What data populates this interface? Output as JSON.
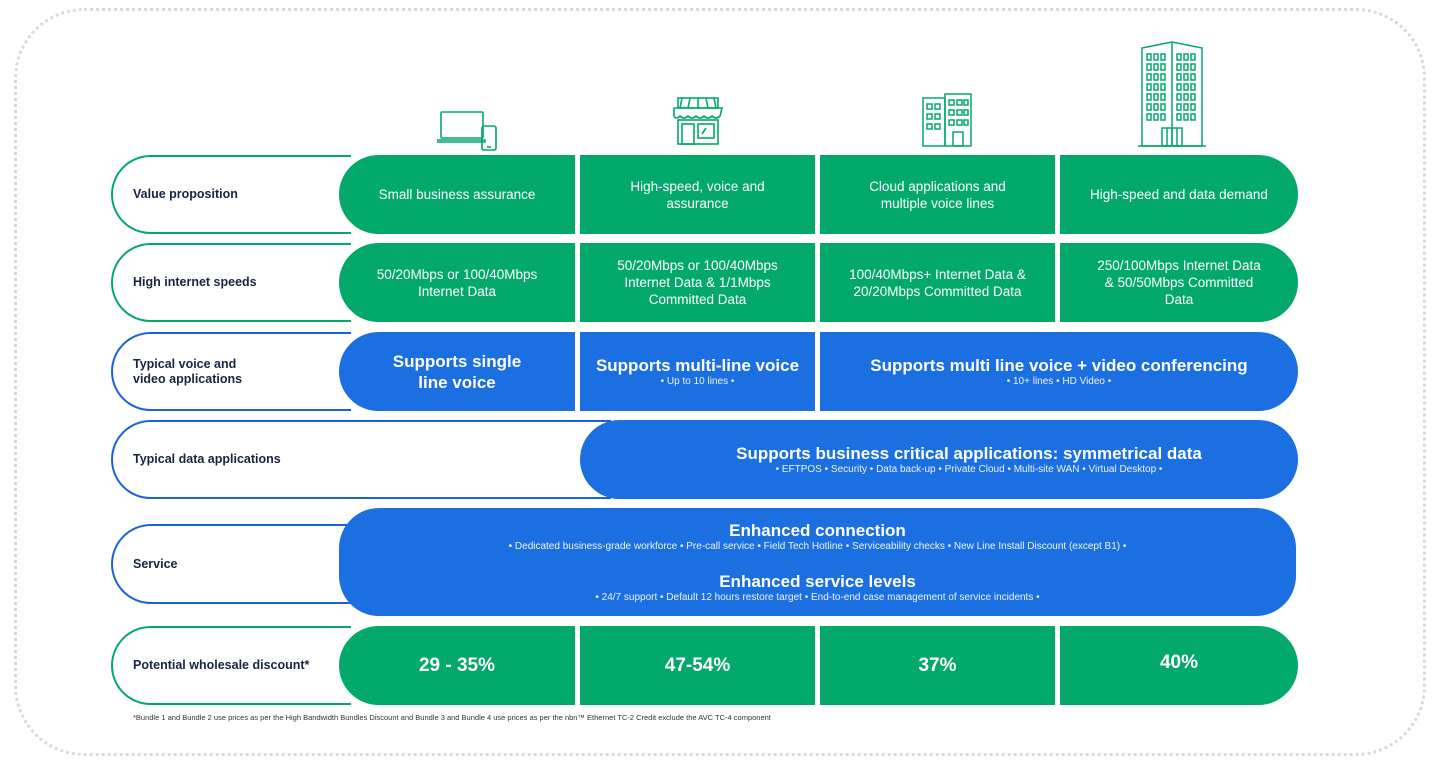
{
  "rows": {
    "value_proposition": {
      "label": "Value proposition",
      "cells": [
        "Small business assurance",
        "High-speed, voice and assurance",
        "Cloud applications and multiple voice lines",
        "High-speed and data demand"
      ]
    },
    "internet_speeds": {
      "label": "High internet speeds",
      "cells": [
        "50/20Mbps or 100/40Mbps Internet Data",
        "50/20Mbps or 100/40Mbps Internet Data & 1/1Mbps Committed Data",
        "100/40Mbps+ Internet Data & 20/20Mbps Committed Data",
        "250/100Mbps Internet Data & 50/50Mbps Committed Data"
      ]
    },
    "voice_video": {
      "label": "Typical voice and video applications",
      "cell1_title": "Supports single line voice",
      "cell2_title": "Supports multi-line voice",
      "cell2_sub": "• Up to 10 lines •",
      "cell3_title": "Supports multi line voice + video conferencing",
      "cell3_sub": "• 10+ lines • HD Video •"
    },
    "data_apps": {
      "label": "Typical data applications",
      "title": "Supports business critical applications: symmetrical data",
      "sub": "• EFTPOS • Security  • Data back-up • Private Cloud • Multi-site WAN • Virtual Desktop •"
    },
    "service": {
      "label": "Service",
      "title1": "Enhanced connection",
      "sub1": "• Dedicated business-grade workforce • Pre-call service • Field Tech Hotline • Serviceability checks • New Line Install Discount (except B1) •",
      "title2": "Enhanced service levels",
      "sub2": "• 24/7 support • Default 12 hours restore target • End-to-end case management of service incidents •"
    },
    "discount": {
      "label": "Potential wholesale discount*",
      "cells": [
        "29 - 35%",
        "47-54%",
        "37%",
        "40%"
      ]
    }
  },
  "footnote": "*Bundle 1 and Bundle 2 use prices as per the High Bandwidth Bundles Discount and Bundle 3 and Bundle 4 use prices as per the nbn™ Ethernet TC-2  Credit exclude the AVC TC-4 component",
  "icons": [
    "devices-icon",
    "shop-icon",
    "office-building-icon",
    "tower-building-icon"
  ],
  "colors": {
    "green": "#03a86b",
    "blue": "#1b6fe0",
    "label_text": "#1a2340"
  }
}
